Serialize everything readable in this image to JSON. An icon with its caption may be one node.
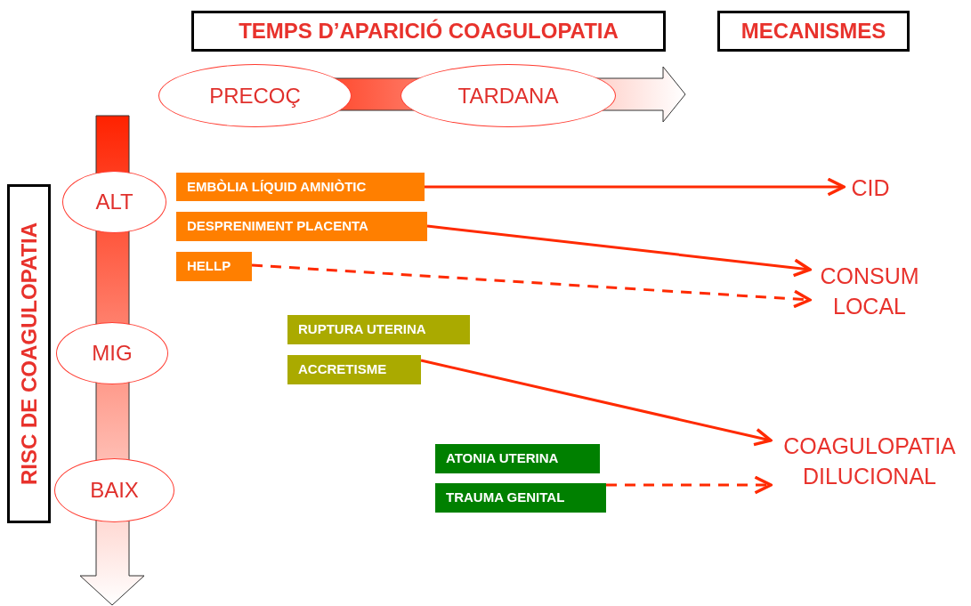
{
  "diagram": {
    "nodes": [
      {
        "text": [
          "TEMPS D’APARICIÓ COAGULOPATIA"
        ]
      },
      {
        "text": [
          "MECANISMES"
        ]
      },
      {
        "text": [
          "RISC DE COAGULOPATIA"
        ]
      },
      {
        "text": [
          "PRECOÇ"
        ]
      },
      {
        "text": [
          "TARDANA"
        ]
      },
      {
        "text": [
          "ALT"
        ]
      },
      {
        "text": [
          "MIG"
        ]
      },
      {
        "text": [
          "BAIX"
        ]
      },
      {
        "text": [
          "EMBÒLIA LÍQUID AMNIÒTIC"
        ]
      },
      {
        "text": [
          "DESPRENIMENT PLACENTA"
        ]
      },
      {
        "text": [
          "HELLP"
        ]
      },
      {
        "text": [
          "RUPTURA UTERINA"
        ]
      },
      {
        "text": [
          "ACCRETISME"
        ]
      },
      {
        "text": [
          "ATONIA UTERINA"
        ]
      },
      {
        "text": [
          "TRAUMA GENITAL"
        ]
      },
      {
        "text": [
          "CID"
        ]
      },
      {
        "text": [
          "CONSUM LOCAL"
        ]
      },
      {
        "text": [
          "COAGULOPATIA DILUCIONAL"
        ]
      }
    ],
    "edges": [
      {
        "from": 8,
        "to": 15,
        "arrow": "to"
      },
      {
        "from": 9,
        "to": 16,
        "arrow": "to"
      },
      {
        "from": 10,
        "to": 16,
        "arrow": "to",
        "style": "dashed"
      },
      {
        "from": 12,
        "to": 17,
        "arrow": "to"
      },
      {
        "from": 14,
        "to": 17,
        "arrow": "to",
        "style": "dashed"
      }
    ]
  }
}
